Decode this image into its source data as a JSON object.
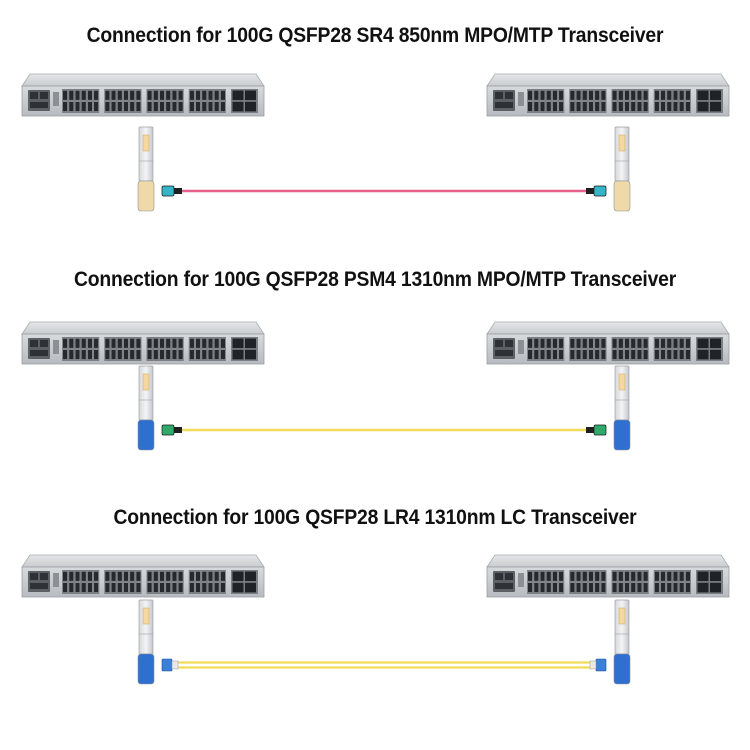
{
  "sections": [
    {
      "title": "Connection for 100G QSFP28 SR4 850nm MPO/MTP Transceiver",
      "cable_color": "#e8608a",
      "module_pull_tab_color": "#efd9a8",
      "connector_type": "MPO/MTP",
      "connector_color": "#35b6c8"
    },
    {
      "title": "Connection for 100G QSFP28 PSM4 1310nm MPO/MTP Transceiver",
      "cable_color": "#f2dc5a",
      "module_pull_tab_color": "#2f6fd0",
      "connector_type": "MPO/MTP",
      "connector_color": "#2faa6a"
    },
    {
      "title": "Connection for 100G QSFP28 LR4 1310nm LC Transceiver",
      "cable_color": "#f2dc5a",
      "module_pull_tab_color": "#2f6fd0",
      "connector_type": "LC",
      "connector_color": "#3a7fd8"
    }
  ]
}
